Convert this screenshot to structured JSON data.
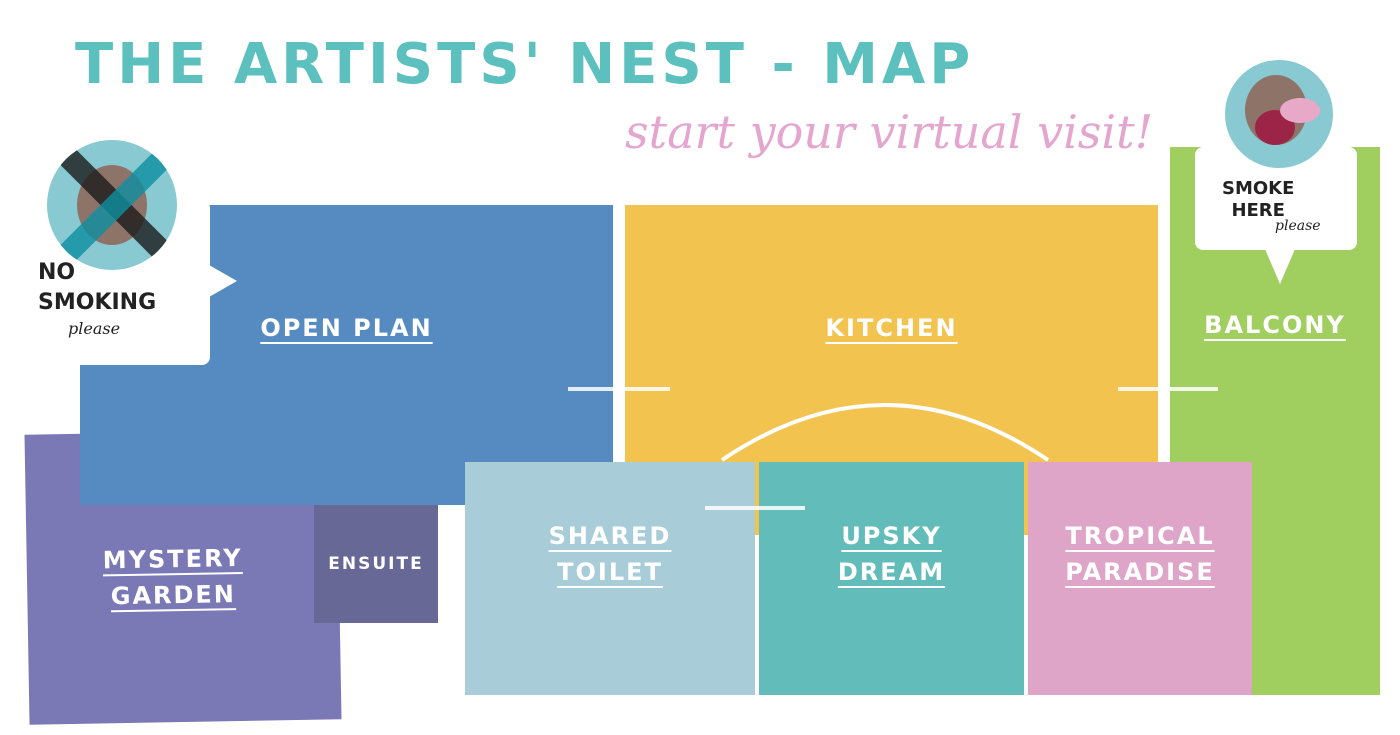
{
  "title": "THE ARTISTS' NEST - MAP",
  "subtitle": "start your virtual visit!",
  "rooms": {
    "open_plan": "OPEN PLAN",
    "kitchen": "KITCHEN",
    "balcony": "BALCONY",
    "mystery_garden": "MYSTERY\nGARDEN",
    "ensuite": "ENSUITE",
    "shared_toilet": "SHARED\nTOILET",
    "upsky_dream": "UPSKY\nDREAM",
    "tropical_paradise": "TROPICAL\nPARADISE"
  },
  "signs": {
    "no_smoking": "NO\nSMOKING",
    "no_smoking_please": "please",
    "smoke_here": "SMOKE\nHERE",
    "smoke_here_please": "please"
  },
  "colors": {
    "open_plan": "#558bc0",
    "kitchen": "#f3c350",
    "balcony": "#a0cf5f",
    "mystery_garden": "#7a78b5",
    "ensuite": "#676896",
    "shared_toilet": "#a8cdd8",
    "upsky_dream": "#62bcb9",
    "tropical_paradise": "#dea5c8",
    "title": "#5cc0bf"
  }
}
